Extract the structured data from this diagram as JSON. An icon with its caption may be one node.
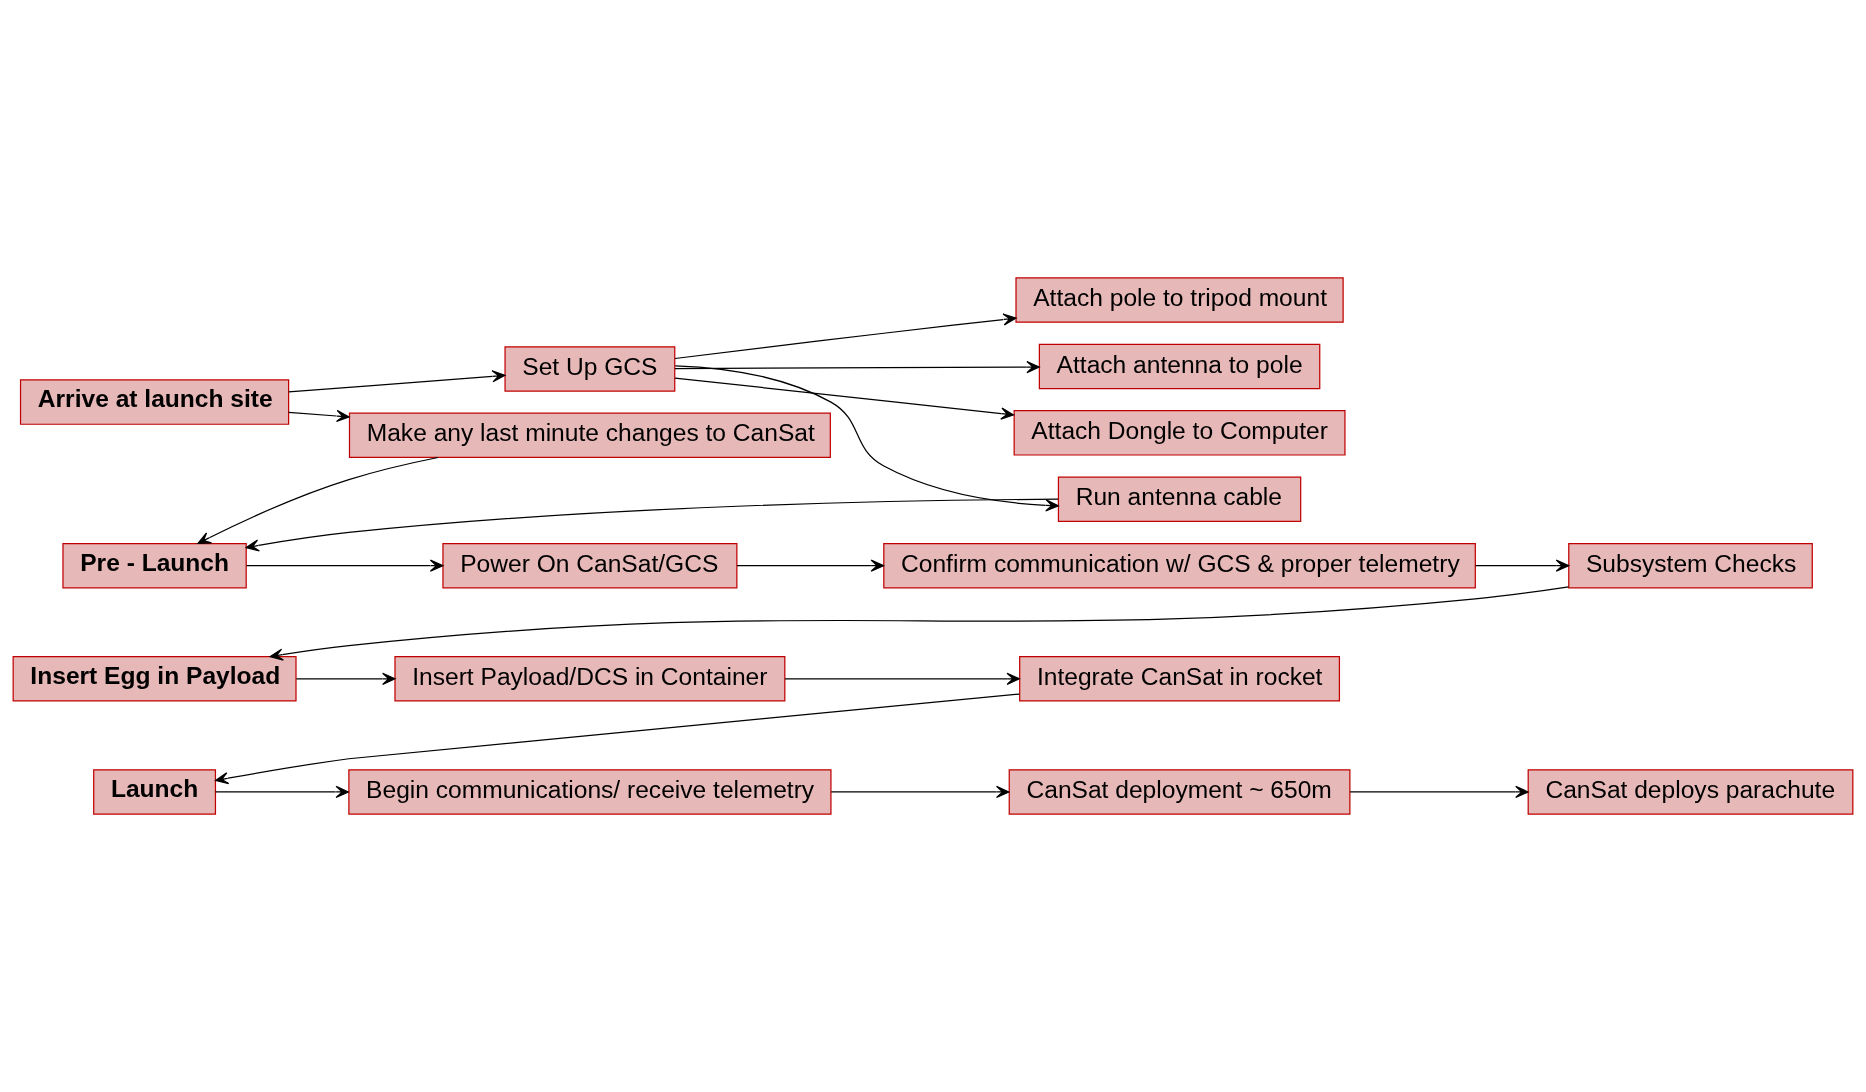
{
  "diagram": {
    "nodes": [
      {
        "text": [
          "Arrive at launch site"
        ]
      },
      {
        "text": [
          "Set Up GCS"
        ]
      },
      {
        "text": [
          "Make any last minute changes to CanSat"
        ]
      },
      {
        "text": [
          "Attach pole to tripod mount"
        ]
      },
      {
        "text": [
          "Attach antenna to pole"
        ]
      },
      {
        "text": [
          "Attach Dongle to Computer"
        ]
      },
      {
        "text": [
          "Run antenna cable"
        ]
      },
      {
        "text": [
          "Pre - Launch"
        ]
      },
      {
        "text": [
          "Power On CanSat/GCS"
        ]
      },
      {
        "text": [
          "Confirm communication w/ GCS & proper telemetry"
        ]
      },
      {
        "text": [
          "Subsystem Checks"
        ]
      },
      {
        "text": [
          "Insert Egg in Payload"
        ]
      },
      {
        "text": [
          "Insert Payload/DCS in Container"
        ]
      },
      {
        "text": [
          "Integrate CanSat in rocket"
        ]
      },
      {
        "text": [
          "Launch"
        ]
      },
      {
        "text": [
          "Begin communications/ receive telemetry"
        ]
      },
      {
        "text": [
          "CanSat deployment ~ 650m"
        ]
      },
      {
        "text": [
          "CanSat deploys parachute"
        ]
      }
    ],
    "edges": [
      {
        "from": 0,
        "to": 1,
        "arrow": "to"
      },
      {
        "from": 0,
        "to": 2,
        "arrow": "to"
      },
      {
        "from": 1,
        "to": 3,
        "arrow": "to"
      },
      {
        "from": 1,
        "to": 4,
        "arrow": "to"
      },
      {
        "from": 1,
        "to": 5,
        "arrow": "to"
      },
      {
        "from": 1,
        "to": 6,
        "arrow": "to"
      },
      {
        "from": 2,
        "to": 7,
        "arrow": "to"
      },
      {
        "from": 6,
        "to": 7,
        "arrow": "to"
      },
      {
        "from": 7,
        "to": 8,
        "arrow": "to"
      },
      {
        "from": 8,
        "to": 9,
        "arrow": "to"
      },
      {
        "from": 9,
        "to": 10,
        "arrow": "to"
      },
      {
        "from": 10,
        "to": 11,
        "arrow": "to"
      },
      {
        "from": 11,
        "to": 12,
        "arrow": "to"
      },
      {
        "from": 12,
        "to": 13,
        "arrow": "to"
      },
      {
        "from": 13,
        "to": 14,
        "arrow": "to"
      },
      {
        "from": 14,
        "to": 15,
        "arrow": "to"
      },
      {
        "from": 15,
        "to": 16,
        "arrow": "to"
      },
      {
        "from": 16,
        "to": 17,
        "arrow": "to"
      }
    ]
  }
}
